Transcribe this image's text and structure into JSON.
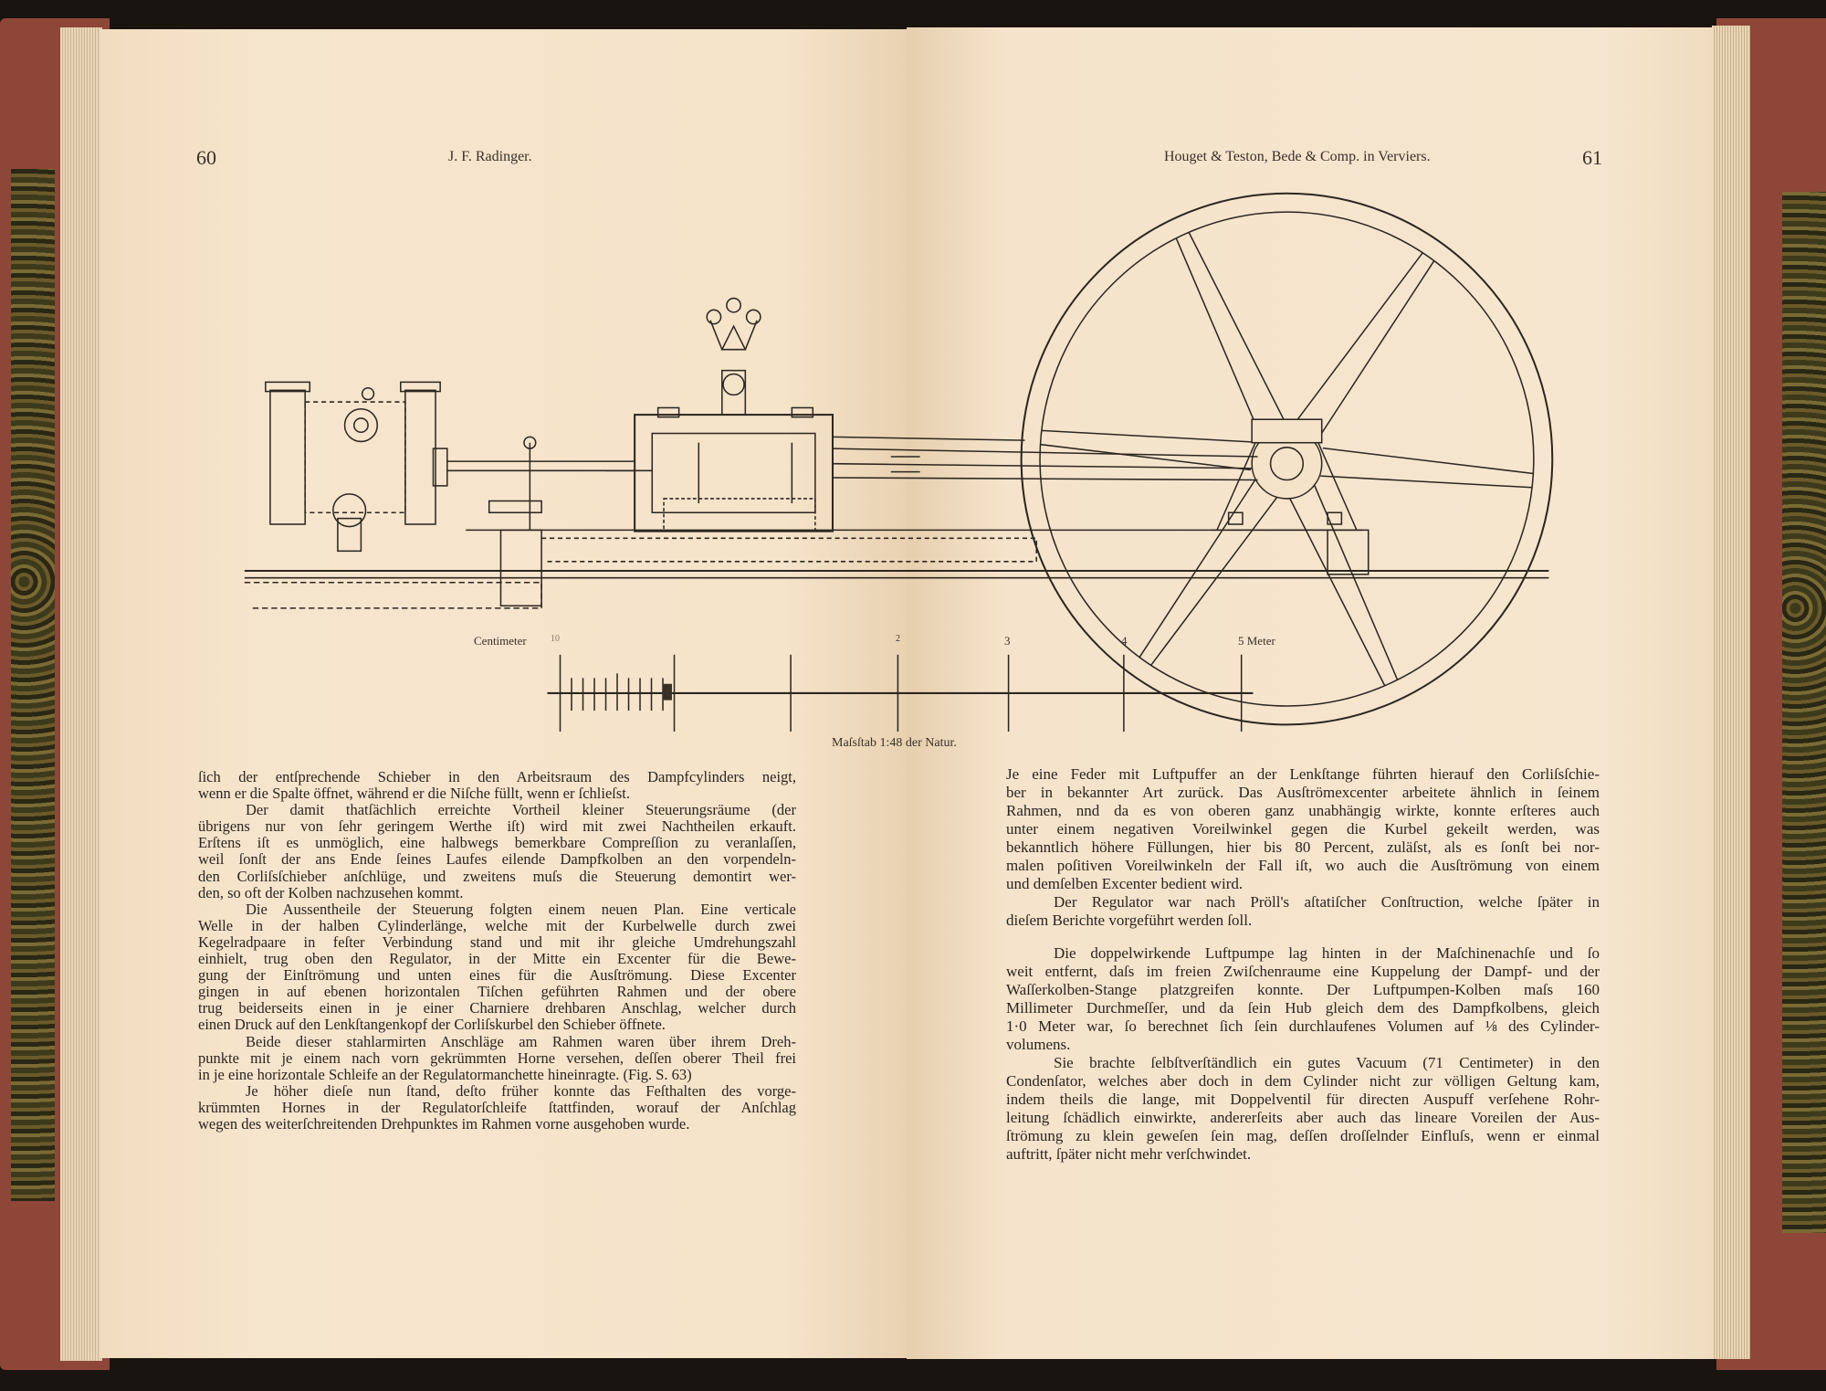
{
  "left_page": {
    "page_number": "60",
    "running_head": "J. F. Radinger.",
    "paragraphs": [
      {
        "indent": false,
        "lines": [
          "ſich der entſprechende Schieber in den Arbeitsraum des Dampfcylinders neigt,",
          "wenn er die Spalte öffnet, während er die Niſche füllt, wenn er ſchlieſst."
        ]
      },
      {
        "indent": true,
        "lines": [
          "Der damit thatſächlich erreichte Vortheil kleiner Steuerungsräume (der",
          "übrigens nur von ſehr geringem Werthe iſt) wird mit zwei Nachtheilen erkauft.",
          "Erſtens iſt es unmöglich, eine halbwegs bemerkbare Compreſſion zu veranlaſſen,",
          "weil ſonſt der ans Ende ſeines Laufes eilende Dampfkolben an den vorpendeln-",
          "den Corliſsſchieber anſchlüge, und zweitens muſs die Steuerung demontirt wer-",
          "den, so oft der Kolben nachzusehen kommt."
        ]
      },
      {
        "indent": true,
        "lines": [
          "Die Aussentheile der Steuerung folgten einem neuen Plan. Eine verticale",
          "Welle in der halben Cylinderlänge, welche mit der Kurbelwelle durch zwei",
          "Kegelradpaare in feſter Verbindung stand und mit ihr gleiche Umdrehungszahl",
          "einhielt, trug oben den Regulator, in der Mitte ein Excenter für die Bewe-",
          "gung der Einſtrömung und unten eines für die Ausſtrömung. Diese Excenter",
          "gingen in auf ebenen horizontalen Tiſchen geführten Rahmen und der obere",
          "trug beiderseits einen in je einer Charniere drehbaren Anschlag, welcher durch",
          "einen Druck auf den Lenkſtangenkopf der Corliſskurbel den Schieber öffnete."
        ]
      },
      {
        "indent": true,
        "lines": [
          "Beide dieser stahlarmirten Anschläge am Rahmen waren über ihrem Dreh-",
          "punkte mit je einem nach vorn gekrümmten Horne versehen, deſſen oberer Theil frei",
          "in je eine horizontale Schleife an der Regulatormanchette hineinragte. (Fig. S. 63)"
        ]
      },
      {
        "indent": true,
        "lines": [
          "Je höher dieſe nun ſtand, deſto früher konnte das Feſthalten des vorge-",
          "krümmten Hornes in der Regulatorſchleife ſtattfinden, worauf der Anſchlag",
          "wegen des weiterſchreitenden Drehpunktes im Rahmen vorne ausgehoben wurde."
        ]
      }
    ]
  },
  "right_page": {
    "page_number": "61",
    "running_head": "Houget & Teston, Bede & Comp. in Verviers.",
    "paragraphs": [
      {
        "indent": false,
        "lines": [
          "Je eine Feder mit Luftpuffer an der Lenkſtange führten hierauf den Corliſsſchie-",
          "ber in bekannter Art zurück. Das Ausſtrömexcenter arbeitete ähnlich in ſeinem",
          "Rahmen, nnd da es von oberen ganz unabhängig wirkte, konnte erſteres auch",
          "unter einem negativen Voreilwinkel gegen die Kurbel gekeilt werden, was",
          "bekanntlich höhere Füllungen, hier bis 80 Percent, zuläſst, als es ſonſt bei nor-",
          "malen poſitiven Voreilwinkeln der Fall iſt, wo auch die Ausſtrömung von einem",
          "und demſelben Excenter bedient wird."
        ]
      },
      {
        "indent": true,
        "lines": [
          "Der Regulator war nach Pröll's aſtatiſcher Conſtruction, welche ſpäter in",
          "dieſem Berichte vorgeführt werden ſoll."
        ]
      },
      {
        "indent": true,
        "gap": true,
        "lines": [
          "Die doppelwirkende Luftpumpe lag hinten in der Maſchinenachſe und ſo",
          "weit entfernt, daſs im freien Zwiſchenraume eine Kuppelung der Dampf- und der",
          "Waſſerkolben-Stange platzgreifen konnte. Der Luftpumpen-Kolben maſs 160",
          "Millimeter Durchmeſſer, und da ſein Hub gleich dem des Dampfkolbens, gleich",
          "1·0 Meter war, ſo berechnet ſich ſein durchlaufenes Volumen auf ⅛ des Cylinder-",
          "volumens."
        ]
      },
      {
        "indent": true,
        "lines": [
          "Sie brachte ſelbſtverſtändlich ein gutes Vacuum (71 Centimeter) in den",
          "Condenſator, welches aber doch in dem Cylinder nicht zur völligen Geltung kam,",
          "indem theils die lange, mit Doppelventil für directen Auspuff verſehene Rohr-",
          "leitung ſchädlich einwirkte, andererſeits aber auch das lineare Voreilen der Aus-",
          "ſtrömung zu klein geweſen ſein mag, deſſen droſſelnder Einfluſs, wenn er einmal",
          "auftritt, ſpäter nicht mehr verſchwindet."
        ]
      }
    ]
  },
  "figure": {
    "scale_labels": {
      "centimeter": "Centimeter",
      "ten": "10",
      "two": "2",
      "three": "3",
      "four": "4",
      "five_meter": "5 Meter"
    },
    "caption": "Maſsſtab 1:48 der Natur."
  }
}
